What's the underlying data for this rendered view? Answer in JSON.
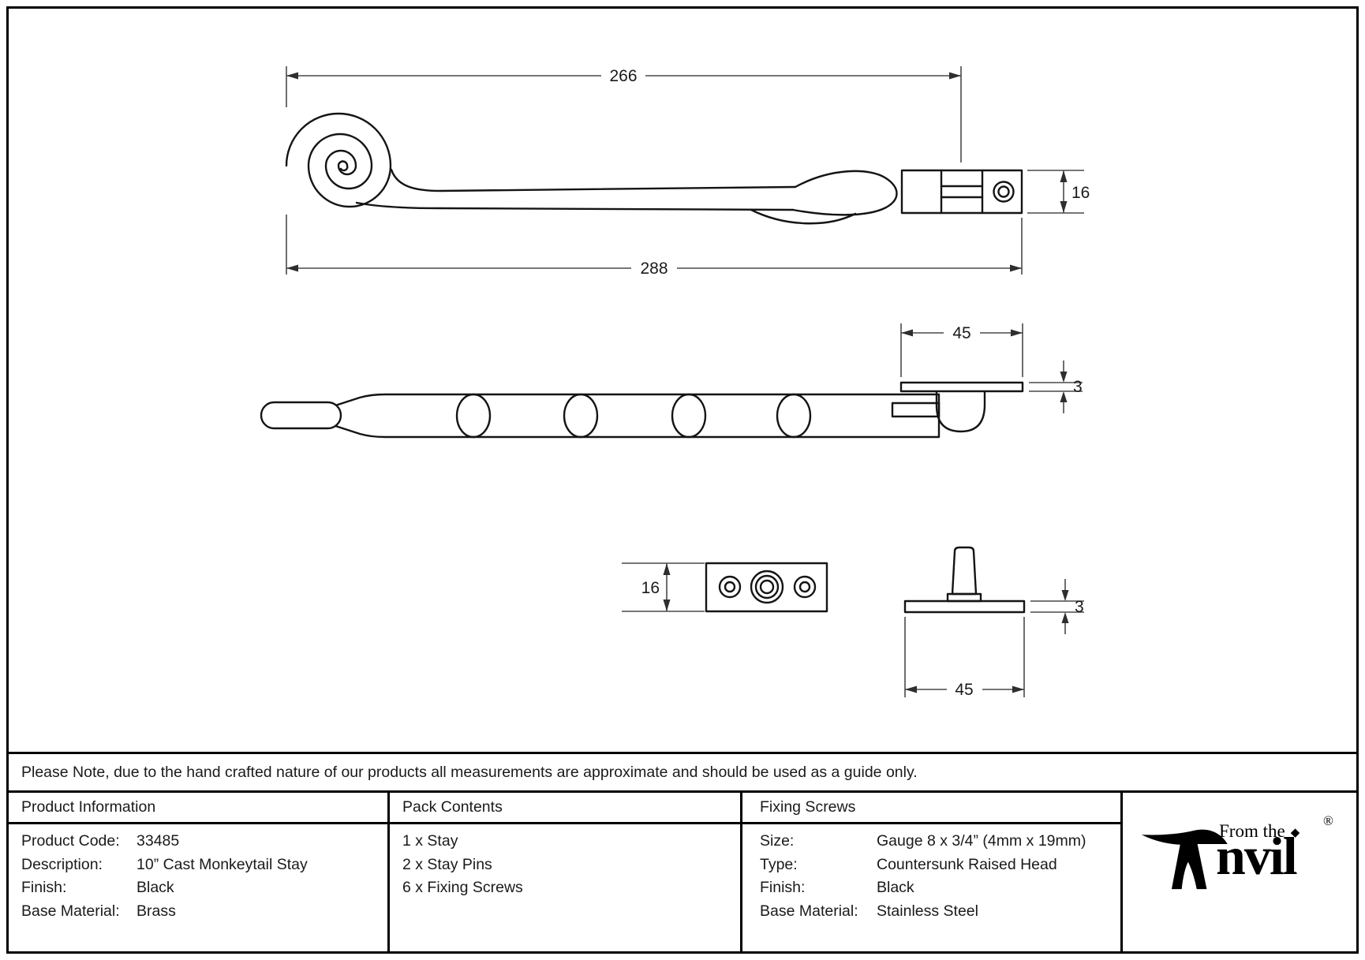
{
  "drawing": {
    "dimensions": {
      "side_view_pivot_length": "266",
      "side_view_overall_length": "288",
      "side_view_end_height": "16",
      "plan_view_plate_width": "45",
      "plan_view_plate_thickness": "3",
      "keeper_plate_height": "16",
      "stay_pin_base_width": "45",
      "stay_pin_base_thickness": "3"
    }
  },
  "note": "Please Note, due to the hand crafted nature of our products all measurements are approximate and should be used as a guide only.",
  "table": {
    "product_information": {
      "title": "Product Information",
      "rows": [
        {
          "label": "Product Code:",
          "value": "33485"
        },
        {
          "label": "Description:",
          "value": "10” Cast Monkeytail Stay"
        },
        {
          "label": "Finish:",
          "value": "Black"
        },
        {
          "label": "Base Material:",
          "value": "Brass"
        }
      ]
    },
    "pack_contents": {
      "title": "Pack Contents",
      "items": [
        "1 x Stay",
        "2 x Stay Pins",
        "6 x Fixing Screws"
      ]
    },
    "fixing_screws": {
      "title": "Fixing Screws",
      "rows": [
        {
          "label": "Size:",
          "value": "Gauge 8 x 3/4” (4mm x 19mm)"
        },
        {
          "label": "Type:",
          "value": "Countersunk Raised Head"
        },
        {
          "label": "Finish:",
          "value": "Black"
        },
        {
          "label": "Base Material:",
          "value": "Stainless Steel"
        }
      ]
    }
  },
  "logo": {
    "from_the": "From the",
    "name_rest": "nvil",
    "diamond": "◆",
    "registered": "®"
  }
}
